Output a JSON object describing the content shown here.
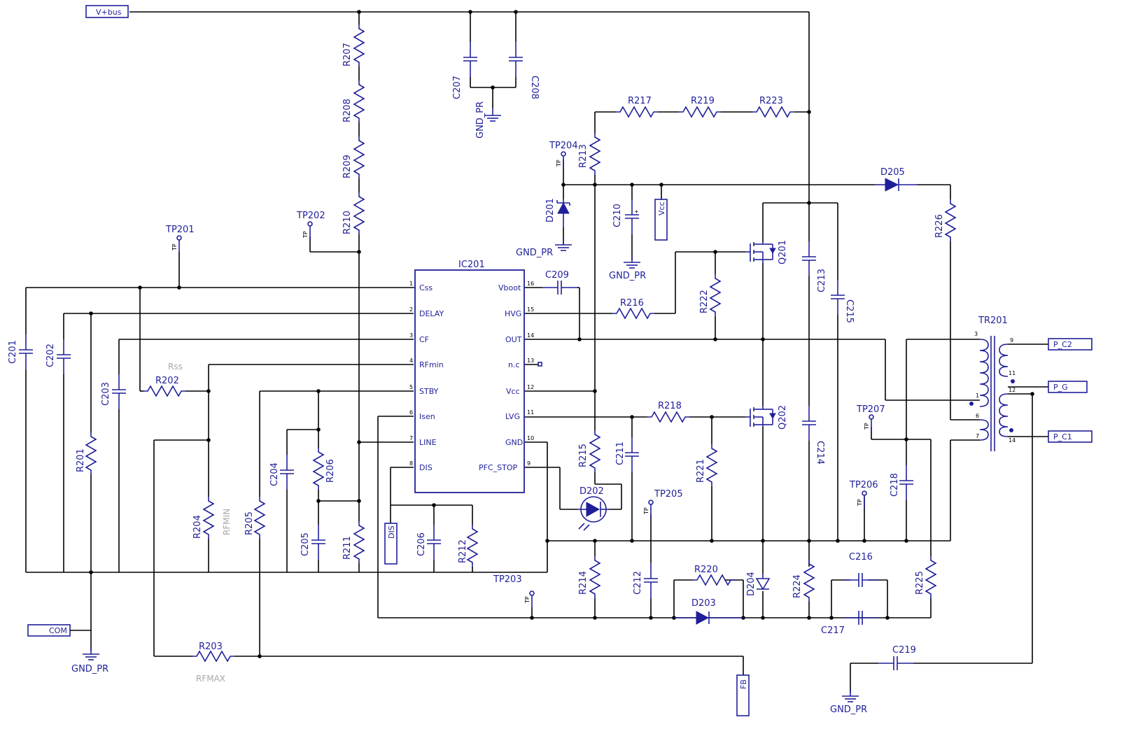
{
  "ports": {
    "vbus": "V+bus",
    "com": "COM",
    "fb": "FB",
    "dis": "DIS",
    "vcc": "Vcc",
    "p_c2": "P_C2",
    "p_g": "P_G",
    "p_c1": "P_C1"
  },
  "ic": {
    "ref": "IC201",
    "left_pins": [
      {
        "num": "1",
        "name": "Css"
      },
      {
        "num": "2",
        "name": "DELAY"
      },
      {
        "num": "3",
        "name": "CF"
      },
      {
        "num": "4",
        "name": "RFmin"
      },
      {
        "num": "5",
        "name": "STBY"
      },
      {
        "num": "6",
        "name": "Isen"
      },
      {
        "num": "7",
        "name": "LINE"
      },
      {
        "num": "8",
        "name": "DIS"
      }
    ],
    "right_pins": [
      {
        "num": "16",
        "name": "Vboot"
      },
      {
        "num": "15",
        "name": "HVG"
      },
      {
        "num": "14",
        "name": "OUT"
      },
      {
        "num": "13",
        "name": "n.c"
      },
      {
        "num": "12",
        "name": "Vcc"
      },
      {
        "num": "11",
        "name": "LVG"
      },
      {
        "num": "10",
        "name": "GND"
      },
      {
        "num": "9",
        "name": "PFC_STOP"
      }
    ]
  },
  "resistors": {
    "r201": "R201",
    "r202": "R202",
    "r203": "R203",
    "r204": "R204",
    "r205": "R205",
    "r206": "R206",
    "r207": "R207",
    "r208": "R208",
    "r209": "R209",
    "r210": "R210",
    "r211": "R211",
    "r212": "R212",
    "r213": "R213",
    "r214": "R214",
    "r215": "R215",
    "r216": "R216",
    "r217": "R217",
    "r218": "R218",
    "r219": "R219",
    "r220": "R220",
    "r221": "R221",
    "r222": "R222",
    "r223": "R223",
    "r224": "R224",
    "r225": "R225",
    "r226": "R226"
  },
  "capacitors": {
    "c201": "C201",
    "c202": "C202",
    "c203": "C203",
    "c204": "C204",
    "c205": "C205",
    "c206": "C206",
    "c207": "C207",
    "c208": "C208",
    "c209": "C209",
    "c210": "C210",
    "c211": "C211",
    "c212": "C212",
    "c213": "C213",
    "c214": "C214",
    "c215": "C215",
    "c216": "C216",
    "c217": "C217",
    "c218": "C218",
    "c219": "C219"
  },
  "diodes": {
    "d201": "D201",
    "d202": "D202",
    "d203": "D203",
    "d204": "D204",
    "d205": "D205"
  },
  "transistors": {
    "q201": "Q201",
    "q202": "Q202"
  },
  "transformer": "TR201",
  "testpoints": {
    "tp201": "TP201",
    "tp202": "TP202",
    "tp203": "TP203",
    "tp204": "TP204",
    "tp205": "TP205",
    "tp206": "TP206",
    "tp207": "TP207",
    "tp": "TP"
  },
  "grounds": {
    "gnd": "GND_PR"
  },
  "notes": {
    "rss": "Rss",
    "rfmin": "RFMIN",
    "rfmax": "RFMAX"
  },
  "pin_numbers": {
    "one": "1",
    "two": "2",
    "three": "3",
    "six": "6",
    "seven": "7",
    "nine": "9",
    "eleven": "11",
    "twelve": "12",
    "fourteen": "14"
  }
}
